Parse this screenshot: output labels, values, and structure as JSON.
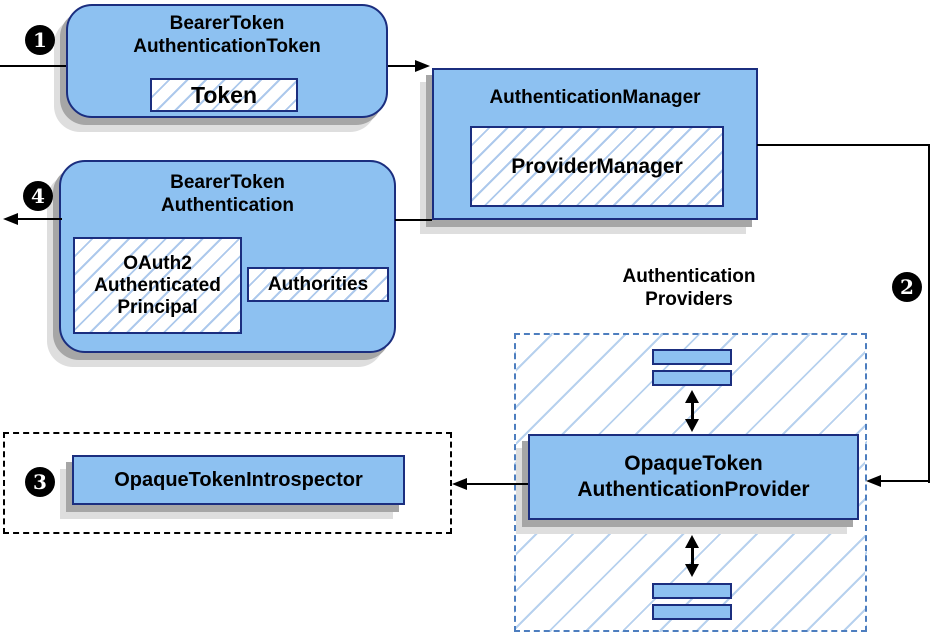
{
  "diagram": {
    "description": "Spring Security opaque token authentication flow",
    "steps": {
      "one": "1",
      "two": "2",
      "three": "3",
      "four": "4"
    },
    "nodes": {
      "bearer_token_authentication_token": {
        "title": "BearerToken\nAuthenticationToken",
        "token_label": "Token"
      },
      "authentication_manager": {
        "title": "AuthenticationManager",
        "inner_label": "ProviderManager"
      },
      "bearer_token_authentication": {
        "title": "BearerToken\nAuthentication",
        "principal_label": "OAuth2\nAuthenticated\nPrincipal",
        "authorities_label": "Authorities"
      },
      "opaque_token_introspector": {
        "label": "OpaqueTokenIntrospector"
      },
      "authentication_providers": {
        "region_label": "Authentication\nProviders",
        "provider_label": "OpaqueToken\nAuthenticationProvider"
      }
    },
    "colors": {
      "node_fill": "#8DC1F1",
      "node_border": "#1B2E7F",
      "hatch_line": "#ADC9EC",
      "region_border": "#4D7EBF",
      "shadow_dark": "#A6A6A6",
      "shadow_light": "#DEDEDE",
      "connector": "#000000",
      "step_badge_bg": "#000000",
      "step_badge_text": "#FFFFFF"
    }
  }
}
